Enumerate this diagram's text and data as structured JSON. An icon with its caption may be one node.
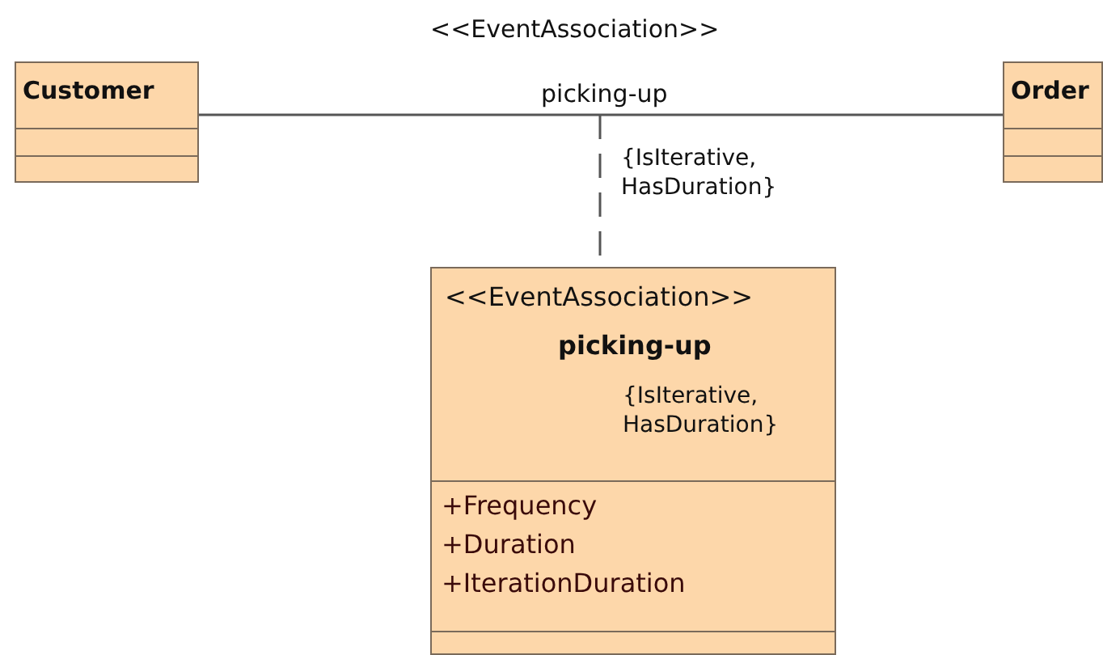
{
  "diagram": {
    "nodes": [
      {
        "text": [
          "Customer"
        ]
      },
      {
        "text": [
          "Order"
        ]
      },
      {
        "text": [
          "<<EventAssociation>>",
          "picking-up",
          "{IsIterative, HasDuration}",
          "+Frequency",
          "+Duration",
          "+IterationDuration"
        ]
      }
    ],
    "edges": [
      {
        "from": 0,
        "to": 1,
        "arrow": "none",
        "label": "picking-up"
      },
      {
        "from": null,
        "to": 2,
        "arrow": "none",
        "style": "dashed"
      }
    ],
    "labels": [
      "<<EventAssociation>>",
      "{IsIterative, HasDuration}"
    ]
  }
}
